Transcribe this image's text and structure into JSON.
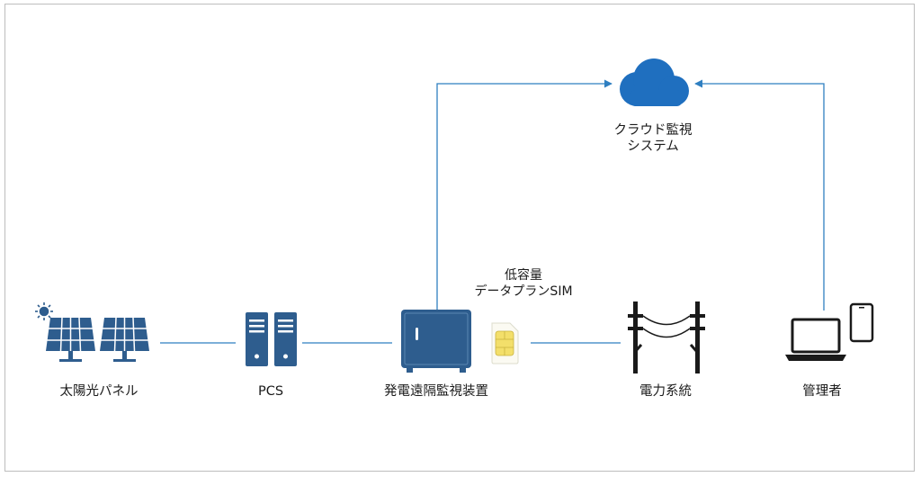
{
  "colors": {
    "primary": "#2e5d8e",
    "line": "#2f7fc1",
    "cloud": "#1f6fbf",
    "sim": "#f3df6a",
    "frame": "#bdbdbd"
  },
  "nodes": {
    "solar": {
      "label": "太陽光パネル",
      "icon": "solar-panel-icon"
    },
    "pcs": {
      "label": "PCS",
      "icon": "server-icon"
    },
    "monitor": {
      "label": "発電遠隔監視装置",
      "icon": "cabinet-icon"
    },
    "grid": {
      "label": "電力系統",
      "icon": "power-pole-icon"
    },
    "admin": {
      "label": "管理者",
      "icon": "laptop-icon"
    },
    "cloud": {
      "label_line1": "クラウド監視",
      "label_line2": "システム",
      "icon": "cloud-icon"
    }
  },
  "sim": {
    "label_line1": "低容量",
    "label_line2": "データプランSIM",
    "icon": "sim-card-icon"
  }
}
